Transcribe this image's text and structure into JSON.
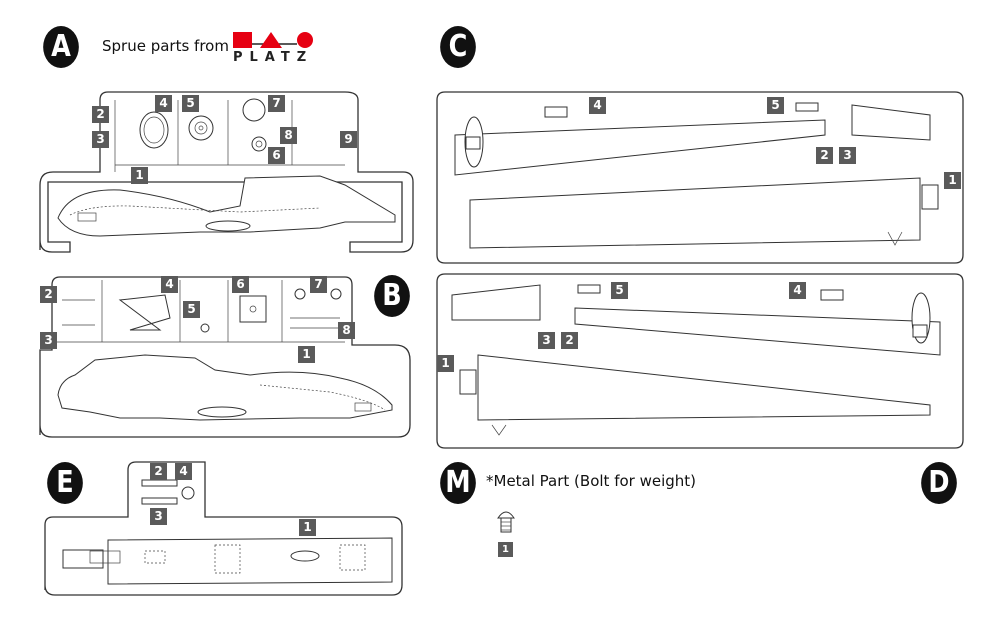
{
  "header": {
    "caption": "Sprue parts from",
    "brand": {
      "name": "PLATZ",
      "colors": {
        "red": "#e60012",
        "dark": "#222222"
      }
    }
  },
  "badge_color": "#5a5a5a",
  "sprues": [
    {
      "id": "A",
      "letter": "A",
      "parts": [
        "1",
        "2",
        "3",
        "4",
        "5",
        "6",
        "7",
        "8",
        "9"
      ]
    },
    {
      "id": "B",
      "letter": "B",
      "parts": [
        "1",
        "2",
        "3",
        "4",
        "5",
        "6",
        "7",
        "8"
      ]
    },
    {
      "id": "C",
      "letter": "C",
      "parts": [
        "1",
        "2",
        "3",
        "4",
        "5"
      ]
    },
    {
      "id": "D",
      "letter": "D",
      "parts": [
        "1",
        "2",
        "3",
        "4",
        "5"
      ]
    },
    {
      "id": "E",
      "letter": "E",
      "parts": [
        "1",
        "2",
        "3",
        "4"
      ]
    },
    {
      "id": "M",
      "letter": "M",
      "parts": [
        "1"
      ]
    }
  ],
  "metal_part": {
    "label": "*Metal Part (Bolt for weight)",
    "icon": "bolt-icon"
  }
}
